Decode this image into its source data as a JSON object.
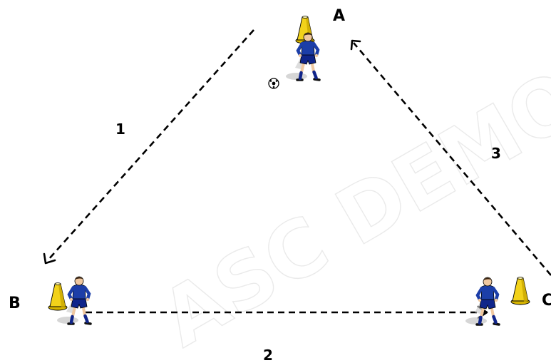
{
  "positions": {
    "a": {
      "label": "A"
    },
    "b": {
      "label": "B"
    },
    "c": {
      "label": "C"
    }
  },
  "passes": [
    {
      "label": "1"
    },
    {
      "label": "2"
    },
    {
      "label": "3"
    }
  ],
  "watermark": "ASC DEMO",
  "colors": {
    "kit_shirt": "#1c3ea8",
    "kit_shorts": "#10258a",
    "skin": "#f0c8a0",
    "cone": "#f2d21a",
    "cone_shade": "#c9a800",
    "path": "#000000"
  },
  "icons": [
    "player-icon",
    "cone-icon",
    "ball-icon"
  ]
}
